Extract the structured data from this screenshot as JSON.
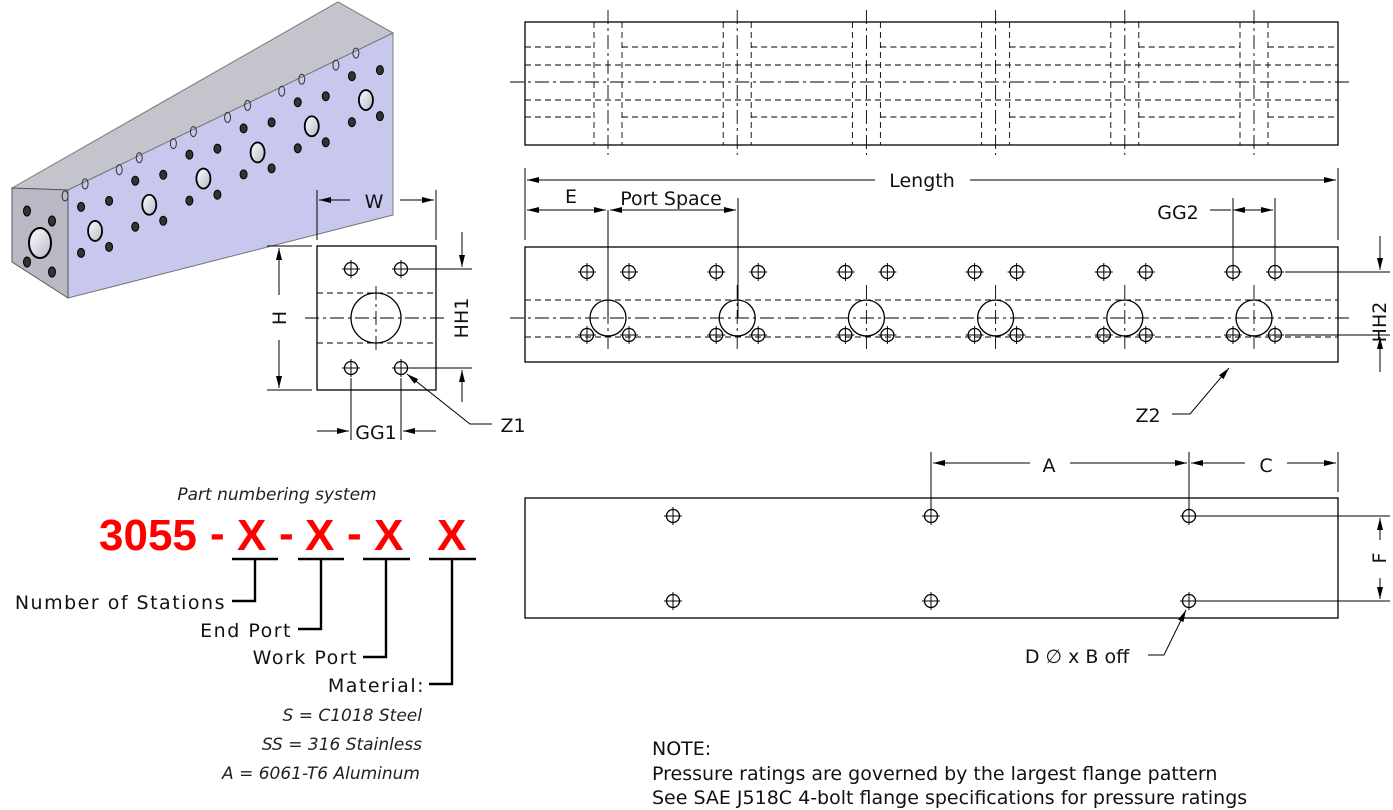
{
  "colors": {
    "accent_red": "#ff0000",
    "iso_face": "#c9c9ee"
  },
  "dimensions": {
    "length": "Length",
    "e": "E",
    "port_space": "Port Space",
    "gg2": "GG2",
    "hh2": "HH2",
    "z2": "Z2",
    "w": "W",
    "h": "H",
    "hh1": "HH1",
    "gg1": "GG1",
    "z1": "Z1",
    "a": "A",
    "c": "C",
    "f": "F",
    "d_off": "D ∅ x B off"
  },
  "part_numbering": {
    "title": "Part numbering system",
    "base": "3055",
    "dash": "-",
    "placeholder": "X",
    "fields": [
      "Number of Stations",
      "End Port",
      "Work Port",
      "Material:"
    ],
    "materials": [
      "S = C1018 Steel",
      "SS = 316 Stainless",
      "A = 6061-T6 Aluminum"
    ]
  },
  "note": {
    "heading": "NOTE:",
    "lines": [
      "Pressure ratings are governed by the largest flange pattern",
      "See SAE J518C 4-bolt flange specifications for pressure ratings"
    ]
  },
  "stations": 6
}
